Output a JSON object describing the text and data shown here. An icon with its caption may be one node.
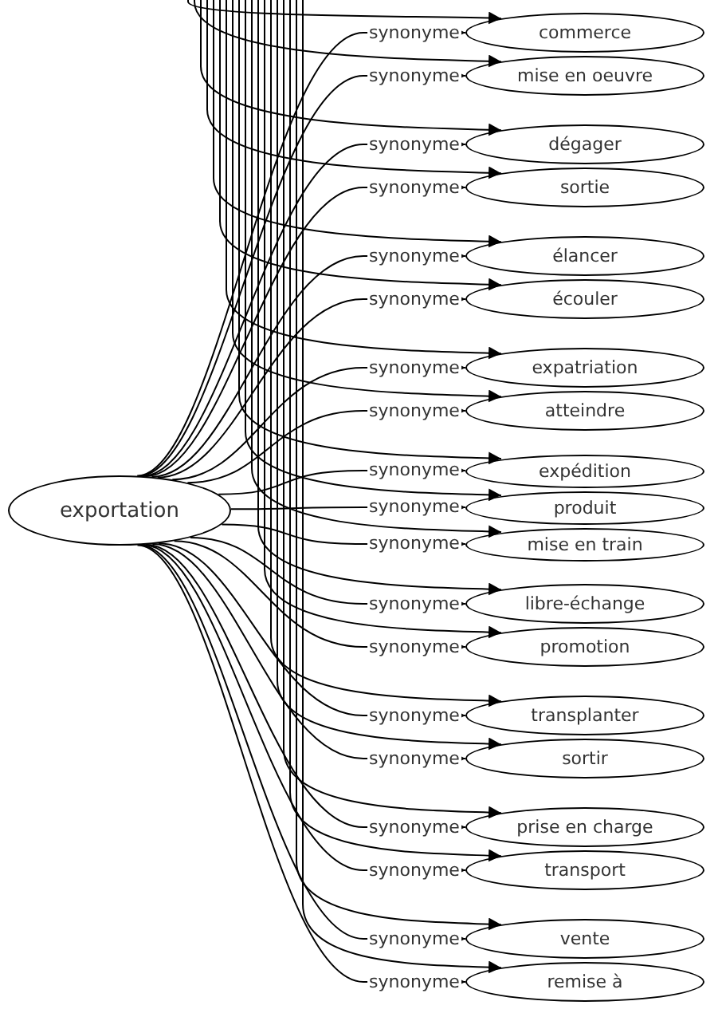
{
  "diagram": {
    "nodes": [
      {
        "text": [
          "exportation"
        ]
      },
      {
        "text": [
          "commerce"
        ]
      },
      {
        "text": [
          "mise en oeuvre"
        ]
      },
      {
        "text": [
          "dégager"
        ]
      },
      {
        "text": [
          "sortie"
        ]
      },
      {
        "text": [
          "élancer"
        ]
      },
      {
        "text": [
          "écouler"
        ]
      },
      {
        "text": [
          "expatriation"
        ]
      },
      {
        "text": [
          "atteindre"
        ]
      },
      {
        "text": [
          "expédition"
        ]
      },
      {
        "text": [
          "produit"
        ]
      },
      {
        "text": [
          "mise en train"
        ]
      },
      {
        "text": [
          "libre-échange"
        ]
      },
      {
        "text": [
          "promotion"
        ]
      },
      {
        "text": [
          "transplanter"
        ]
      },
      {
        "text": [
          "sortir"
        ]
      },
      {
        "text": [
          "prise en charge"
        ]
      },
      {
        "text": [
          "transport"
        ]
      },
      {
        "text": [
          "vente"
        ]
      },
      {
        "text": [
          "remise à"
        ]
      }
    ],
    "edges": [
      {
        "from": 0,
        "to": 1,
        "label": "synonyme",
        "arrow": "to"
      },
      {
        "from": 0,
        "to": 2,
        "label": "synonyme",
        "arrow": "to"
      },
      {
        "from": 0,
        "to": 3,
        "label": "synonyme",
        "arrow": "to"
      },
      {
        "from": 0,
        "to": 4,
        "label": "synonyme",
        "arrow": "to"
      },
      {
        "from": 0,
        "to": 5,
        "label": "synonyme",
        "arrow": "to"
      },
      {
        "from": 0,
        "to": 6,
        "label": "synonyme",
        "arrow": "to"
      },
      {
        "from": 0,
        "to": 7,
        "label": "synonyme",
        "arrow": "to"
      },
      {
        "from": 0,
        "to": 8,
        "label": "synonyme",
        "arrow": "to"
      },
      {
        "from": 0,
        "to": 9,
        "label": "synonyme",
        "arrow": "to"
      },
      {
        "from": 0,
        "to": 10,
        "label": "synonyme",
        "arrow": "to"
      },
      {
        "from": 0,
        "to": 11,
        "label": "synonyme",
        "arrow": "to"
      },
      {
        "from": 0,
        "to": 12,
        "label": "synonyme",
        "arrow": "to"
      },
      {
        "from": 0,
        "to": 13,
        "label": "synonyme",
        "arrow": "to"
      },
      {
        "from": 0,
        "to": 14,
        "label": "synonyme",
        "arrow": "to"
      },
      {
        "from": 0,
        "to": 15,
        "label": "synonyme",
        "arrow": "to"
      },
      {
        "from": 0,
        "to": 16,
        "label": "synonyme",
        "arrow": "to"
      },
      {
        "from": 0,
        "to": 17,
        "label": "synonyme",
        "arrow": "to"
      },
      {
        "from": 0,
        "to": 18,
        "label": "synonyme",
        "arrow": "to"
      },
      {
        "from": 0,
        "to": 19,
        "label": "synonyme",
        "arrow": "to"
      },
      {
        "from": null,
        "to": 1,
        "arrow": "to"
      },
      {
        "from": null,
        "to": 2,
        "arrow": "to"
      },
      {
        "from": null,
        "to": 3,
        "arrow": "to"
      },
      {
        "from": null,
        "to": 4,
        "arrow": "to"
      },
      {
        "from": null,
        "to": 5,
        "arrow": "to"
      },
      {
        "from": null,
        "to": 6,
        "arrow": "to"
      },
      {
        "from": null,
        "to": 7,
        "arrow": "to"
      },
      {
        "from": null,
        "to": 8,
        "arrow": "to"
      },
      {
        "from": null,
        "to": 9,
        "arrow": "to"
      },
      {
        "from": null,
        "to": 10,
        "arrow": "to"
      },
      {
        "from": null,
        "to": 11,
        "arrow": "to"
      },
      {
        "from": null,
        "to": 12,
        "arrow": "to"
      },
      {
        "from": null,
        "to": 13,
        "arrow": "to"
      },
      {
        "from": null,
        "to": 14,
        "arrow": "to"
      },
      {
        "from": null,
        "to": 15,
        "arrow": "to"
      },
      {
        "from": null,
        "to": 16,
        "arrow": "to"
      },
      {
        "from": null,
        "to": 17,
        "arrow": "to"
      },
      {
        "from": null,
        "to": 18,
        "arrow": "to"
      },
      {
        "from": null,
        "to": 19,
        "arrow": "to"
      }
    ]
  }
}
